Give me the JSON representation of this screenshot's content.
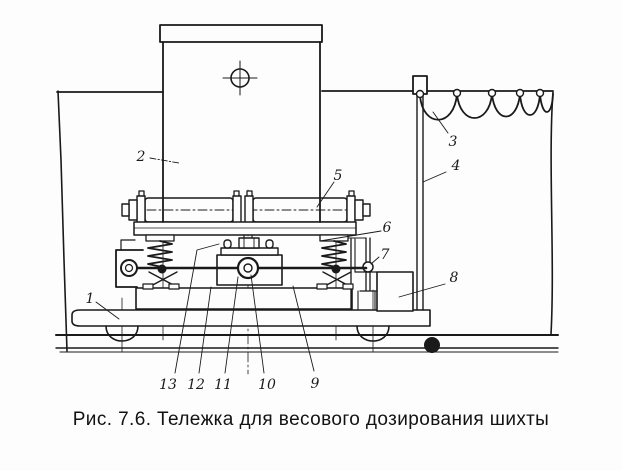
{
  "figure": {
    "caption": "Рис. 7.6. Тележка для весового дозирования шихты",
    "callouts": [
      {
        "num": "1"
      },
      {
        "num": "2"
      },
      {
        "num": "3"
      },
      {
        "num": "4"
      },
      {
        "num": "5"
      },
      {
        "num": "6"
      },
      {
        "num": "7"
      },
      {
        "num": "8"
      },
      {
        "num": "9"
      },
      {
        "num": "10"
      },
      {
        "num": "11"
      },
      {
        "num": "12"
      },
      {
        "num": "13"
      }
    ]
  },
  "colors": {
    "ink": "#1a1a1a",
    "paper": "#fdfdfd"
  }
}
